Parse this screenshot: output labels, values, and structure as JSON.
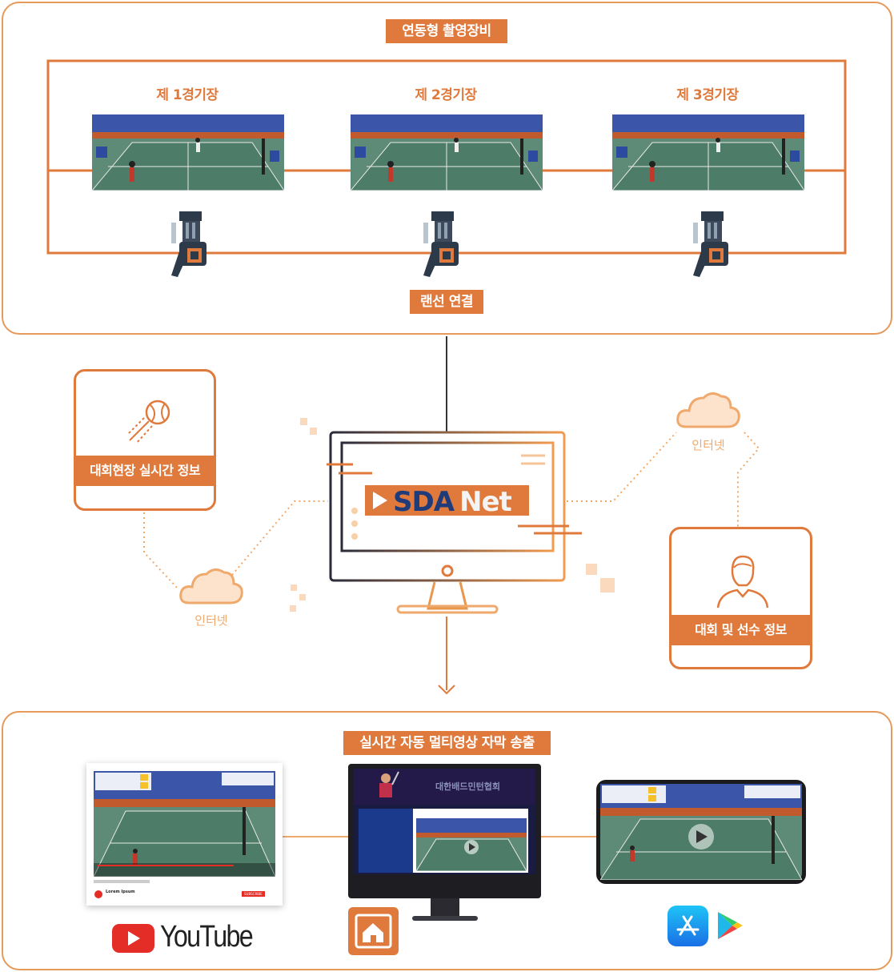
{
  "top": {
    "title": "연동형 촬영장비",
    "courts": [
      "제 1경기장",
      "제 2경기장",
      "제 3경기장"
    ],
    "lan_label": "랜선 연결"
  },
  "middle": {
    "left_card": "대회현장 실시간 정보",
    "right_card": "대회 및 선수 정보",
    "internet_left": "인터넷",
    "internet_right": "인터넷",
    "logo": {
      "part1": "SDA",
      "part2": "Net"
    }
  },
  "bottom": {
    "title": "실시간 자동 멀티영상 자막 송출",
    "youtube_label": "YouTube",
    "youtube_channel": "Lorem Ipsum",
    "youtube_subscribe": "SUBSCRIBE",
    "monitor_header": "대한배드민턴협회"
  },
  "colors": {
    "accent": "#e07a3c",
    "light_accent": "#f0a96c",
    "panel_border": "#e69a5a"
  }
}
